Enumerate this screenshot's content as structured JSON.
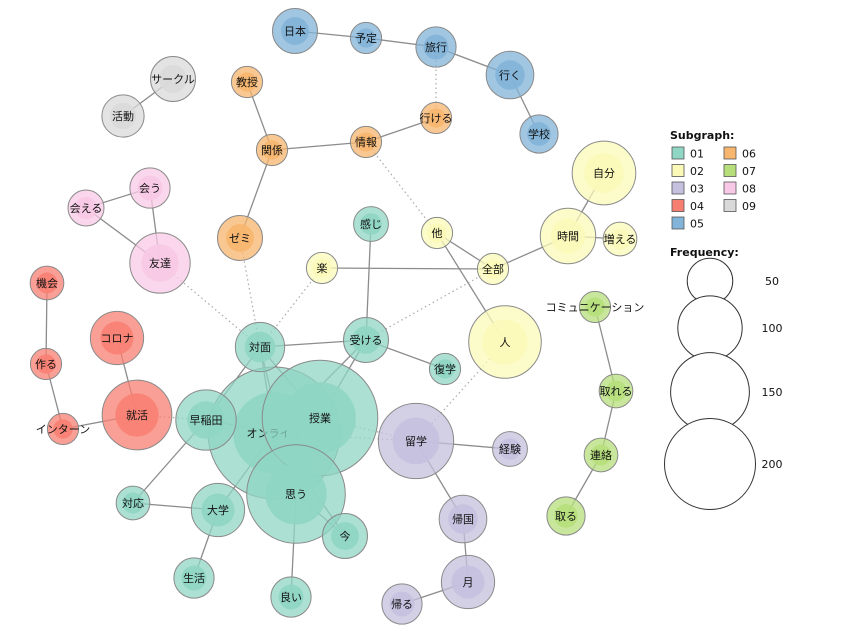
{
  "subgraph_colors": {
    "01": "#8fd6c4",
    "02": "#fbf9b8",
    "03": "#c4c0de",
    "04": "#f77f72",
    "05": "#82b3d8",
    "06": "#f7b66e",
    "07": "#b6df7c",
    "08": "#f8c9e6",
    "09": "#d9d9d9"
  },
  "nodes": [
    {
      "id": "日本",
      "label": "日本",
      "group": "05",
      "freq": 25
    },
    {
      "id": "予定",
      "label": "予定",
      "group": "05",
      "freq": 12
    },
    {
      "id": "旅行",
      "label": "旅行",
      "group": "05",
      "freq": 20
    },
    {
      "id": "行く",
      "label": "行く",
      "group": "05",
      "freq": 28
    },
    {
      "id": "学校",
      "label": "学校",
      "group": "05",
      "freq": 18
    },
    {
      "id": "行ける",
      "label": "行ける",
      "group": "06",
      "freq": 12
    },
    {
      "id": "情報",
      "label": "情報",
      "group": "06",
      "freq": 12
    },
    {
      "id": "関係",
      "label": "関係",
      "group": "06",
      "freq": 12
    },
    {
      "id": "教授",
      "label": "教授",
      "group": "06",
      "freq": 12
    },
    {
      "id": "ゼミ",
      "label": "ゼミ",
      "group": "06",
      "freq": 25
    },
    {
      "id": "サークル",
      "label": "サークル",
      "group": "09",
      "freq": 25
    },
    {
      "id": "活動",
      "label": "活動",
      "group": "09",
      "freq": 22
    },
    {
      "id": "会う",
      "label": "会う",
      "group": "08",
      "freq": 20
    },
    {
      "id": "会える",
      "label": "会える",
      "group": "08",
      "freq": 16
    },
    {
      "id": "友達",
      "label": "友達",
      "group": "08",
      "freq": 45
    },
    {
      "id": "自分",
      "label": "自分",
      "group": "02",
      "freq": 50
    },
    {
      "id": "時間",
      "label": "時間",
      "group": "02",
      "freq": 38
    },
    {
      "id": "増える",
      "label": "増える",
      "group": "02",
      "freq": 14
    },
    {
      "id": "他",
      "label": "他",
      "group": "02",
      "freq": 12
    },
    {
      "id": "全部",
      "label": "全部",
      "group": "02",
      "freq": 12
    },
    {
      "id": "楽",
      "label": "楽",
      "group": "02",
      "freq": 12
    },
    {
      "id": "人",
      "label": "人",
      "group": "02",
      "freq": 65
    },
    {
      "id": "感じ",
      "label": "感じ",
      "group": "01",
      "freq": 15
    },
    {
      "id": "受ける",
      "label": "受ける",
      "group": "01",
      "freq": 25
    },
    {
      "id": "復学",
      "label": "復学",
      "group": "01",
      "freq": 12
    },
    {
      "id": "対面",
      "label": "対面",
      "group": "01",
      "freq": 30
    },
    {
      "id": "機会",
      "label": "機会",
      "group": "04",
      "freq": 14
    },
    {
      "id": "作る",
      "label": "作る",
      "group": "04",
      "freq": 12
    },
    {
      "id": "インターン",
      "label": "インターン",
      "group": "04",
      "freq": 12
    },
    {
      "id": "コロナ",
      "label": "コロナ",
      "group": "04",
      "freq": 35
    },
    {
      "id": "就活",
      "label": "就活",
      "group": "04",
      "freq": 60
    },
    {
      "id": "早稲田",
      "label": "早稲田",
      "group": "01",
      "freq": 45
    },
    {
      "id": "オンライン",
      "label": "オンライン",
      "group": "01",
      "freq": 215
    },
    {
      "id": "授業",
      "label": "授業",
      "group": "01",
      "freq": 165
    },
    {
      "id": "思う",
      "label": "思う",
      "group": "01",
      "freq": 120
    },
    {
      "id": "今",
      "label": "今",
      "group": "01",
      "freq": 25
    },
    {
      "id": "大学",
      "label": "大学",
      "group": "01",
      "freq": 35
    },
    {
      "id": "対応",
      "label": "対応",
      "group": "01",
      "freq": 14
    },
    {
      "id": "生活",
      "label": "生活",
      "group": "01",
      "freq": 20
    },
    {
      "id": "良い",
      "label": "良い",
      "group": "01",
      "freq": 20
    },
    {
      "id": "留学",
      "label": "留学",
      "group": "03",
      "freq": 70
    },
    {
      "id": "経験",
      "label": "経験",
      "group": "03",
      "freq": 15
    },
    {
      "id": "帰国",
      "label": "帰国",
      "group": "03",
      "freq": 28
    },
    {
      "id": "月",
      "label": "月",
      "group": "03",
      "freq": 35
    },
    {
      "id": "帰る",
      "label": "帰る",
      "group": "03",
      "freq": 20
    },
    {
      "id": "コミュニケーション",
      "label": "コミュニケーション",
      "group": "07",
      "freq": 12
    },
    {
      "id": "取れる",
      "label": "取れる",
      "group": "07",
      "freq": 14
    },
    {
      "id": "連絡",
      "label": "連絡",
      "group": "07",
      "freq": 14
    },
    {
      "id": "取る",
      "label": "取る",
      "group": "07",
      "freq": 18
    }
  ],
  "edges": [
    {
      "from": "日本",
      "to": "予定",
      "style": "solid"
    },
    {
      "from": "予定",
      "to": "旅行",
      "style": "solid"
    },
    {
      "from": "旅行",
      "to": "行く",
      "style": "solid"
    },
    {
      "from": "行く",
      "to": "学校",
      "style": "solid"
    },
    {
      "from": "旅行",
      "to": "行ける",
      "style": "dotted"
    },
    {
      "from": "行ける",
      "to": "情報",
      "style": "solid"
    },
    {
      "from": "情報",
      "to": "関係",
      "style": "solid"
    },
    {
      "from": "関係",
      "to": "教授",
      "style": "solid"
    },
    {
      "from": "関係",
      "to": "ゼミ",
      "style": "solid"
    },
    {
      "from": "情報",
      "to": "他",
      "style": "dotted"
    },
    {
      "from": "サークル",
      "to": "活動",
      "style": "solid"
    },
    {
      "from": "会う",
      "to": "会える",
      "style": "solid"
    },
    {
      "from": "会う",
      "to": "友達",
      "style": "solid"
    },
    {
      "from": "会える",
      "to": "友達",
      "style": "solid"
    },
    {
      "from": "友達",
      "to": "対面",
      "style": "dotted"
    },
    {
      "from": "自分",
      "to": "時間",
      "style": "solid"
    },
    {
      "from": "時間",
      "to": "増える",
      "style": "solid"
    },
    {
      "from": "時間",
      "to": "全部",
      "style": "solid"
    },
    {
      "from": "他",
      "to": "全部",
      "style": "solid"
    },
    {
      "from": "他",
      "to": "人",
      "style": "solid"
    },
    {
      "from": "楽",
      "to": "全部",
      "style": "solid"
    },
    {
      "from": "楽",
      "to": "対面",
      "style": "dotted"
    },
    {
      "from": "全部",
      "to": "受ける",
      "style": "dotted"
    },
    {
      "from": "人",
      "to": "留学",
      "style": "dotted"
    },
    {
      "from": "感じ",
      "to": "受ける",
      "style": "solid"
    },
    {
      "from": "受ける",
      "to": "復学",
      "style": "solid"
    },
    {
      "from": "受ける",
      "to": "対面",
      "style": "solid"
    },
    {
      "from": "受ける",
      "to": "授業",
      "style": "solid"
    },
    {
      "from": "受ける",
      "to": "オンライン",
      "style": "solid"
    },
    {
      "from": "対面",
      "to": "ゼミ",
      "style": "dotted"
    },
    {
      "from": "対面",
      "to": "早稲田",
      "style": "solid"
    },
    {
      "from": "対面",
      "to": "オンライン",
      "style": "solid"
    },
    {
      "from": "対面",
      "to": "授業",
      "style": "solid"
    },
    {
      "from": "対面",
      "to": "思う",
      "style": "solid"
    },
    {
      "from": "機会",
      "to": "作る",
      "style": "solid"
    },
    {
      "from": "作る",
      "to": "インターン",
      "style": "solid"
    },
    {
      "from": "インターン",
      "to": "就活",
      "style": "solid"
    },
    {
      "from": "コロナ",
      "to": "就活",
      "style": "solid"
    },
    {
      "from": "就活",
      "to": "早稲田",
      "style": "dotted"
    },
    {
      "from": "早稲田",
      "to": "オンライン",
      "style": "solid"
    },
    {
      "from": "早稲田",
      "to": "対応",
      "style": "solid"
    },
    {
      "from": "オンライン",
      "to": "授業",
      "style": "solid"
    },
    {
      "from": "オンライン",
      "to": "思う",
      "style": "solid"
    },
    {
      "from": "オンライン",
      "to": "大学",
      "style": "solid"
    },
    {
      "from": "オンライン",
      "to": "今",
      "style": "solid"
    },
    {
      "from": "オンライン",
      "to": "留学",
      "style": "dotted"
    },
    {
      "from": "授業",
      "to": "思う",
      "style": "solid"
    },
    {
      "from": "授業",
      "to": "留学",
      "style": "dotted"
    },
    {
      "from": "思う",
      "to": "今",
      "style": "solid"
    },
    {
      "from": "思う",
      "to": "良い",
      "style": "solid"
    },
    {
      "from": "大学",
      "to": "対応",
      "style": "solid"
    },
    {
      "from": "大学",
      "to": "生活",
      "style": "solid"
    },
    {
      "from": "留学",
      "to": "経験",
      "style": "solid"
    },
    {
      "from": "留学",
      "to": "帰国",
      "style": "solid"
    },
    {
      "from": "帰国",
      "to": "月",
      "style": "solid"
    },
    {
      "from": "月",
      "to": "帰る",
      "style": "solid"
    },
    {
      "from": "コミュニケーション",
      "to": "取れる",
      "style": "solid"
    },
    {
      "from": "取れる",
      "to": "連絡",
      "style": "solid"
    },
    {
      "from": "連絡",
      "to": "取る",
      "style": "solid"
    }
  ],
  "legend": {
    "subgraph_title": "Subgraph:",
    "subgraph_items": [
      {
        "label": "01",
        "group": "01"
      },
      {
        "label": "06",
        "group": "06"
      },
      {
        "label": "02",
        "group": "02"
      },
      {
        "label": "07",
        "group": "07"
      },
      {
        "label": "03",
        "group": "03"
      },
      {
        "label": "08",
        "group": "08"
      },
      {
        "label": "04",
        "group": "04"
      },
      {
        "label": "09",
        "group": "09"
      },
      {
        "label": "05",
        "group": "05"
      }
    ],
    "frequency_title": "Frequency:",
    "frequency_items": [
      {
        "label": "50",
        "value": 50
      },
      {
        "label": "100",
        "value": 100
      },
      {
        "label": "150",
        "value": 150
      },
      {
        "label": "200",
        "value": 200
      }
    ]
  }
}
